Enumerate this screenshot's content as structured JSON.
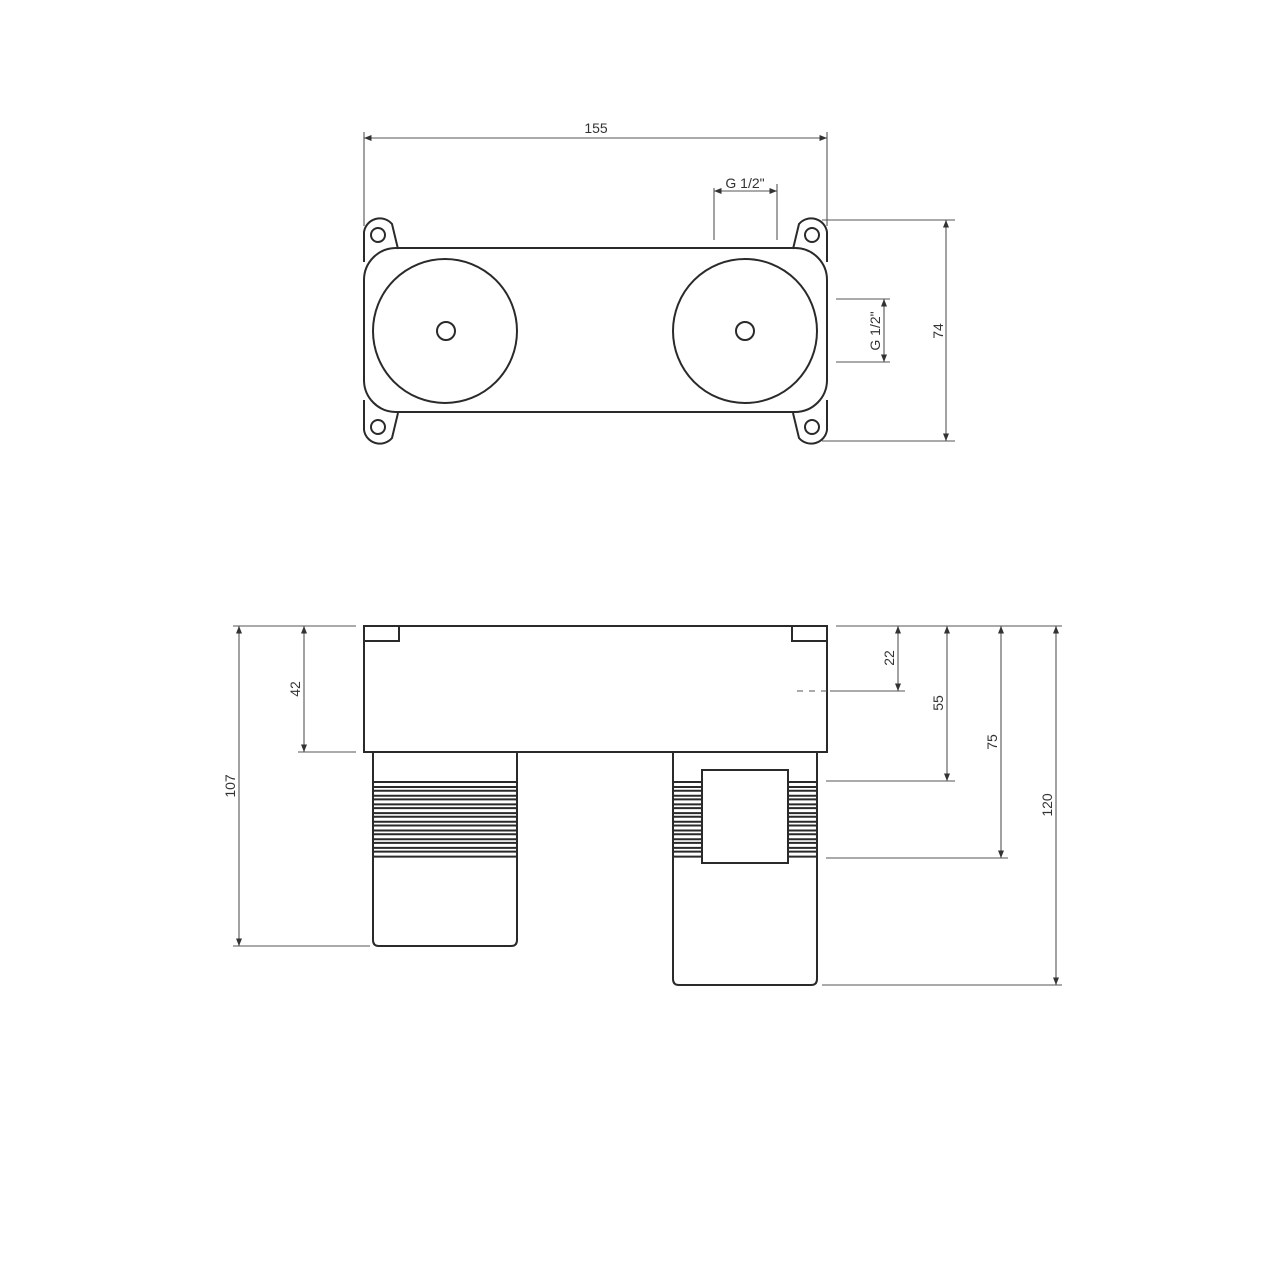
{
  "top_view": {
    "dim_width": "155",
    "dim_outlet_thread": "G 1/2\"",
    "dim_height": "74",
    "dim_side_thread": "G 1/2\""
  },
  "side_view": {
    "dim_total_left": "107",
    "dim_body_depth": "42",
    "dim_22": "22",
    "dim_55": "55",
    "dim_75": "75",
    "dim_total_right": "120"
  }
}
